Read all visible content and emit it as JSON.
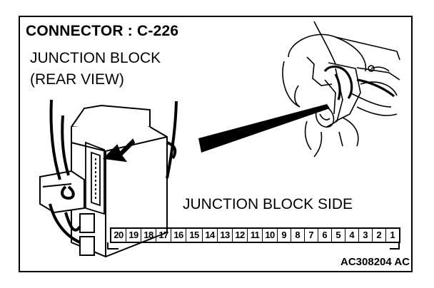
{
  "header": {
    "title": "CONNECTOR : C-226"
  },
  "junction_block_label": {
    "line1": "JUNCTION BLOCK",
    "line2": "(REAR VIEW)"
  },
  "connector_face": {
    "label": "JUNCTION BLOCK SIDE",
    "pins": [
      "20",
      "19",
      "18",
      "17",
      "16",
      "15",
      "14",
      "13",
      "12",
      "11",
      "10",
      "9",
      "8",
      "7",
      "6",
      "5",
      "4",
      "3",
      "2",
      "1"
    ]
  },
  "figure_code": "AC308204 AC"
}
